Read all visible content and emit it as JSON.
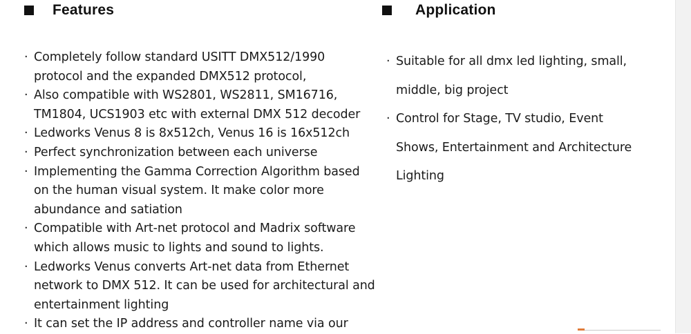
{
  "features": {
    "heading": "Features",
    "items": [
      [
        "Completely follow standard USITT DMX512/1990",
        "protocol and the expanded DMX512 protocol,"
      ],
      [
        "Also compatible with WS2801, WS2811, SM16716,",
        "TM1804, UCS1903 etc with external DMX 512 decoder"
      ],
      [
        "Ledworks Venus 8 is 8x512ch, Venus 16 is 16x512ch"
      ],
      [
        "Perfect synchronization between each universe"
      ],
      [
        "Implementing the Gamma Correction Algorithm based",
        "on the human visual system. It make color more",
        "abundance and satiation"
      ],
      [
        "Compatible with Art-net protocol and Madrix software",
        "which allows music to lights and sound to lights."
      ],
      [
        "Ledworks Venus converts Art-net data from Ethernet",
        "network to DMX 512. It can be used for architectural and",
        "entertainment lighting"
      ],
      [
        "It can set the IP address and controller name via our"
      ]
    ]
  },
  "application": {
    "heading": "Application",
    "items": [
      [
        "Suitable for all dmx led lighting, small,",
        "middle, big project"
      ],
      [
        "Control for Stage, TV studio, Event",
        "Shows, Entertainment and Architecture",
        "Lighting"
      ]
    ]
  },
  "bullet_glyph": "·",
  "colors": {
    "text": "#1a1a1a",
    "heading": "#111111",
    "background": "#ffffff"
  }
}
